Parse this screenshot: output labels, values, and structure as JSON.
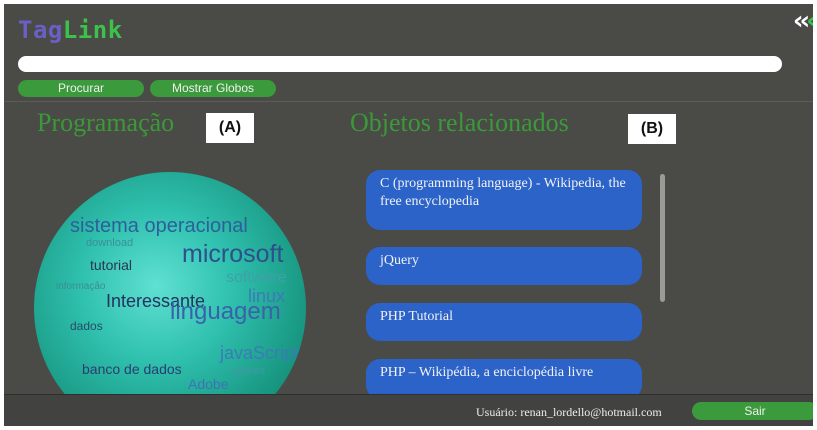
{
  "app": {
    "logo_part1": "Tag",
    "logo_part2": "Link",
    "collapse_icon": "double-chevron-left-icon"
  },
  "search": {
    "value": "",
    "placeholder": ""
  },
  "toolbar": {
    "procurar_label": "Procurar",
    "mostrar_globos_label": "Mostrar Globos"
  },
  "left_panel": {
    "heading": "Programação",
    "annotation": "(A)",
    "tag_cloud": [
      {
        "text": "sistema operacional",
        "color": "#2f5f9a"
      },
      {
        "text": "download",
        "color": "#3a8f9a"
      },
      {
        "text": "microsoft",
        "color": "#2d4f8c"
      },
      {
        "text": "tutorial",
        "color": "#2a3550"
      },
      {
        "text": "software",
        "color": "#3fa0a8"
      },
      {
        "text": "informação",
        "color": "#3b8e92"
      },
      {
        "text": "linux",
        "color": "#3f79b6"
      },
      {
        "text": "Interessante",
        "color": "#25335c"
      },
      {
        "text": "linguagem",
        "color": "#3a62a8"
      },
      {
        "text": "dados",
        "color": "#2a4a66"
      },
      {
        "text": "banco de dados",
        "color": "#2c3c6e"
      },
      {
        "text": "javaScript",
        "color": "#3a7cb6"
      },
      {
        "text": "games",
        "color": "#3f9aa4"
      },
      {
        "text": "Adobe",
        "color": "#3d73b4"
      }
    ]
  },
  "right_panel": {
    "heading": "Objetos relacionados",
    "annotation": "(B)",
    "results": [
      "C (programming language) - Wikipedia, the free encyclopedia",
      "jQuery",
      "PHP Tutorial",
      "PHP – Wikipédia, a enciclopédia livre"
    ]
  },
  "footer": {
    "user_text": "Usuário: renan_lordello@hotmail.com",
    "sair_label": "Sair"
  },
  "colors": {
    "background": "#4a4a47",
    "accent_green": "#3a9a3c",
    "result_blue": "#2c63c9"
  }
}
